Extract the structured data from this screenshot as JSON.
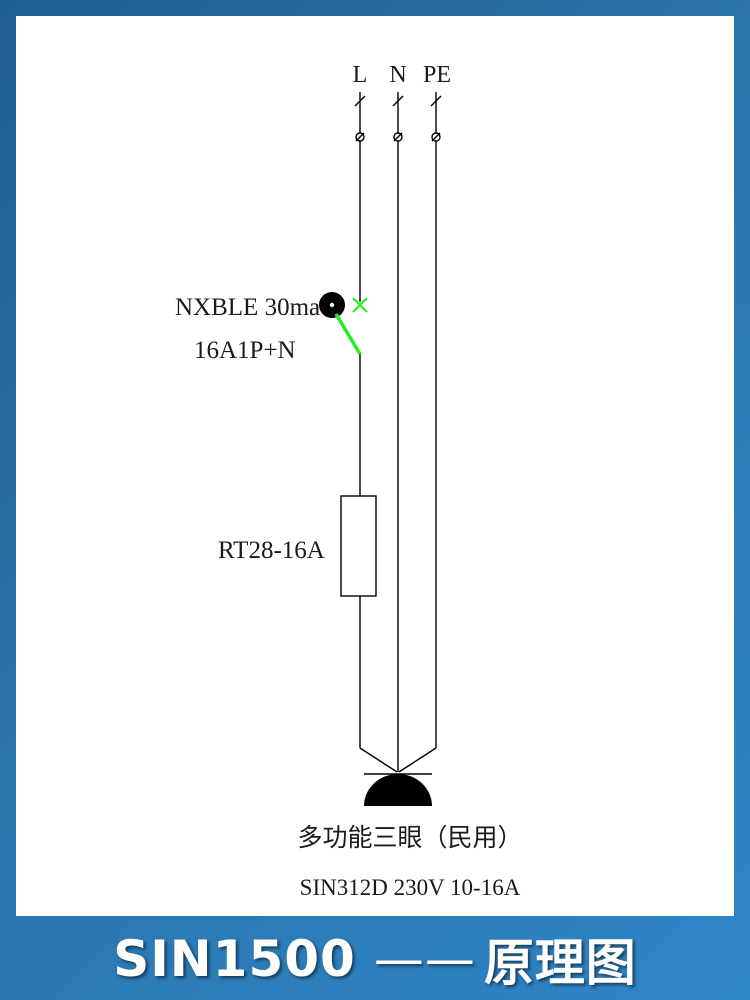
{
  "diagram": {
    "conductors": [
      "L",
      "N",
      "PE"
    ],
    "rcbo": {
      "line1": "NXBLE 30ma",
      "line2": "16A1P+N"
    },
    "fuse": {
      "label": "RT28-16A"
    },
    "socket": {
      "name": "多功能三眼（民用）",
      "model": "SIN312D 230V 10-16A"
    }
  },
  "caption": {
    "model": "SIN1500",
    "dash": "——",
    "title": "原理图"
  },
  "colors": {
    "background_start": "#1f5f8f",
    "background_end": "#2f86c8",
    "panel": "#ffffff",
    "wire": "#000000",
    "switch_contact": "#22ee22"
  }
}
